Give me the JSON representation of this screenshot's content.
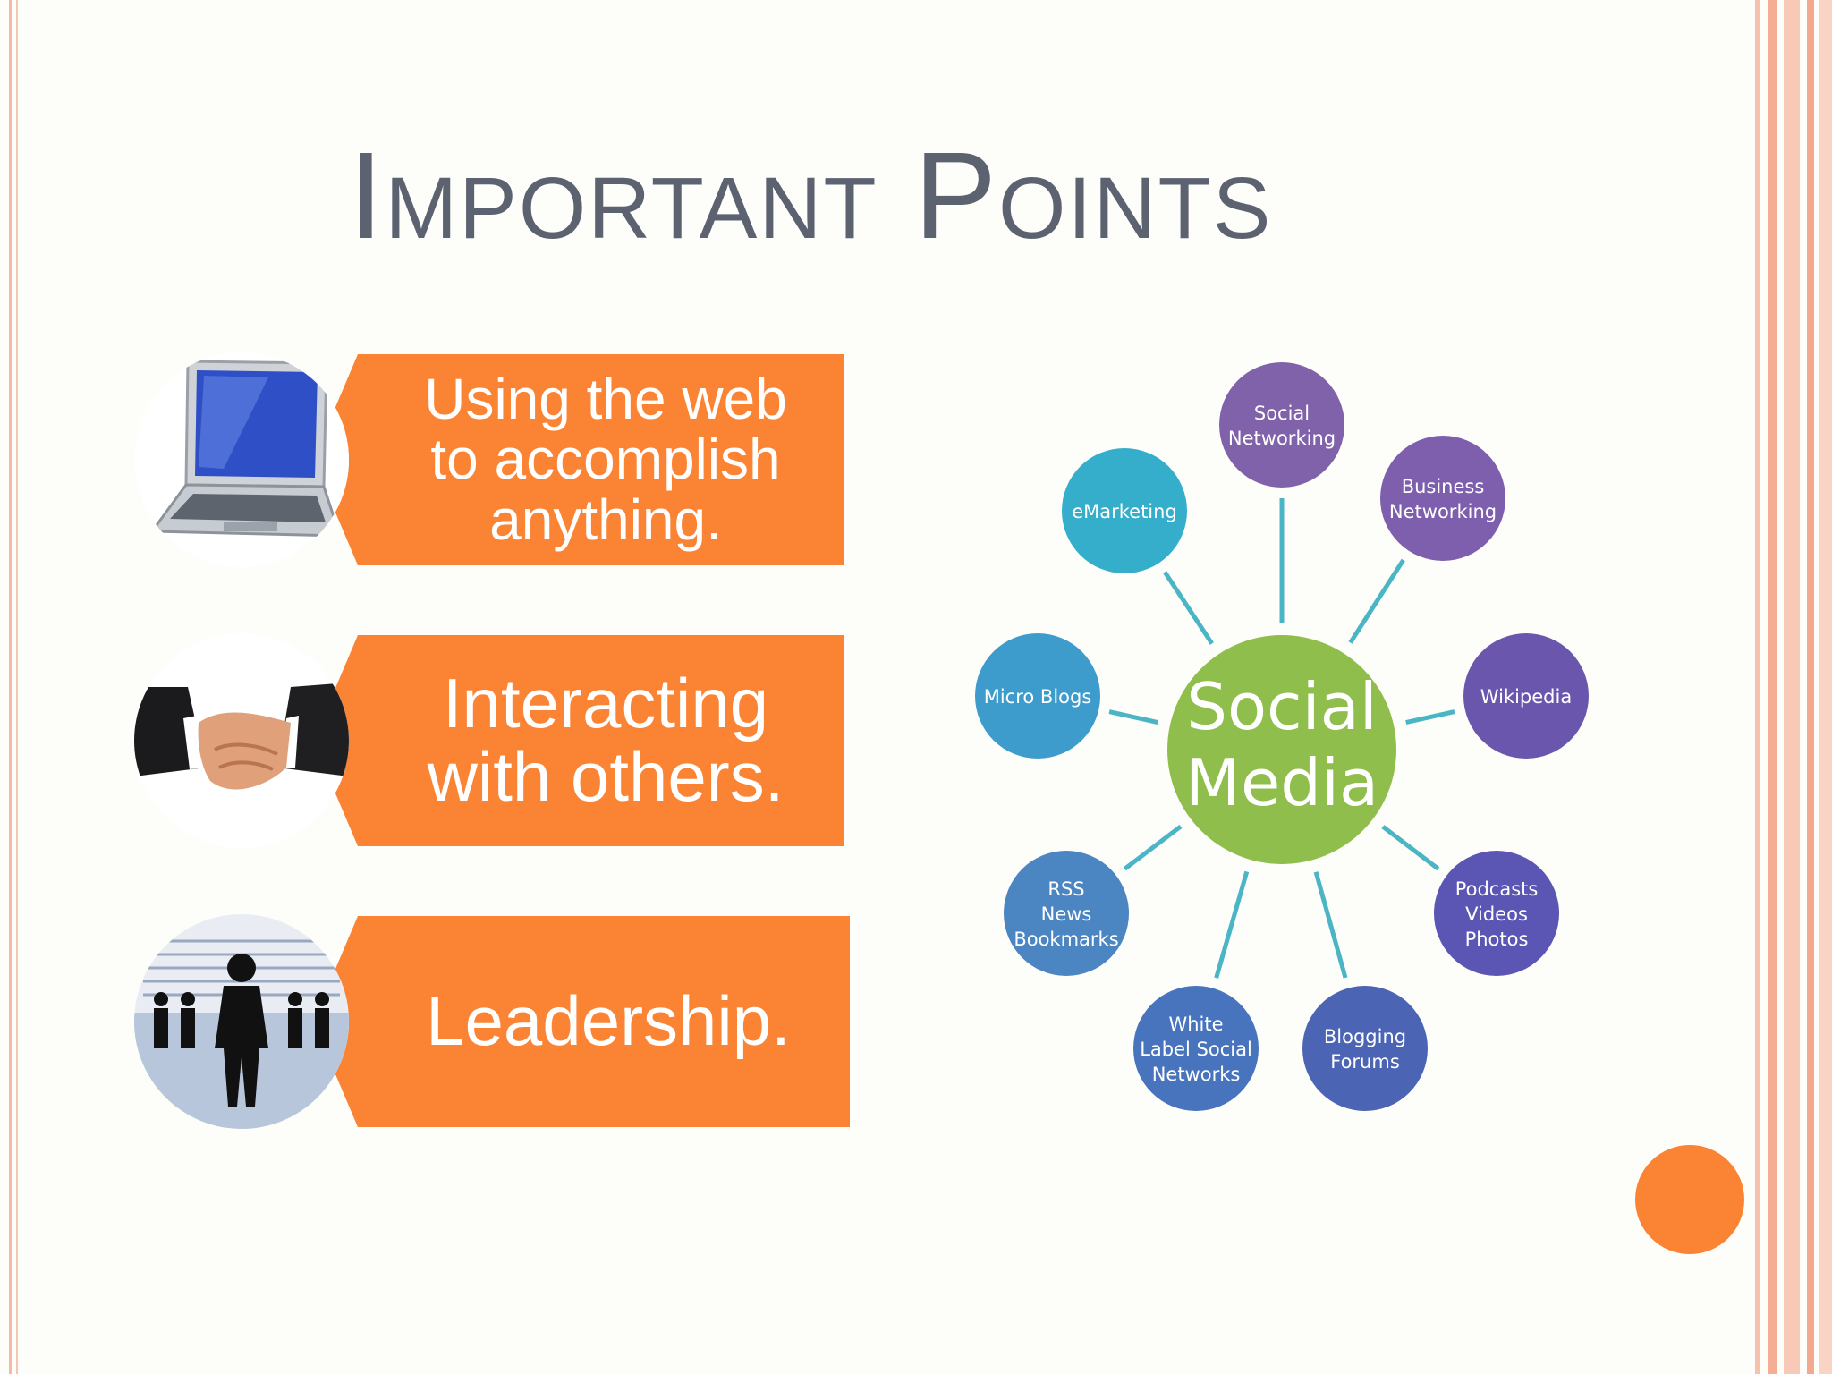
{
  "slide": {
    "title": "Important Points",
    "accent_color": "#fb8334",
    "title_color": "#5d6270"
  },
  "points": [
    {
      "text": "Using the web\nto accomplish\nanything.",
      "icon": "laptop-icon"
    },
    {
      "text": "Interacting\nwith others.",
      "icon": "handshake-icon"
    },
    {
      "text": "Leadership.",
      "icon": "leadership-icon"
    }
  ],
  "diagram": {
    "center": {
      "line1": "Social",
      "line2": "Media",
      "color": "#8fbe4d"
    },
    "nodes": [
      {
        "lines": [
          "Social",
          "Networking"
        ],
        "color": "#8062aa"
      },
      {
        "lines": [
          "Business",
          "Networking"
        ],
        "color": "#7d5fae"
      },
      {
        "lines": [
          "Wikipedia"
        ],
        "color": "#6a57ad"
      },
      {
        "lines": [
          "Podcasts",
          "Videos",
          "Photos"
        ],
        "color": "#5b55b4"
      },
      {
        "lines": [
          "Blogging",
          "Forums"
        ],
        "color": "#4c64b4"
      },
      {
        "lines": [
          "White",
          "Label Social",
          "Networks"
        ],
        "color": "#4774bd"
      },
      {
        "lines": [
          "RSS",
          "News",
          "Bookmarks"
        ],
        "color": "#4b86c2"
      },
      {
        "lines": [
          "Micro Blogs"
        ],
        "color": "#3d9ccc"
      },
      {
        "lines": [
          "eMarketing"
        ],
        "color": "#35aecc"
      }
    ],
    "connector_color": "#4ab5c4"
  }
}
